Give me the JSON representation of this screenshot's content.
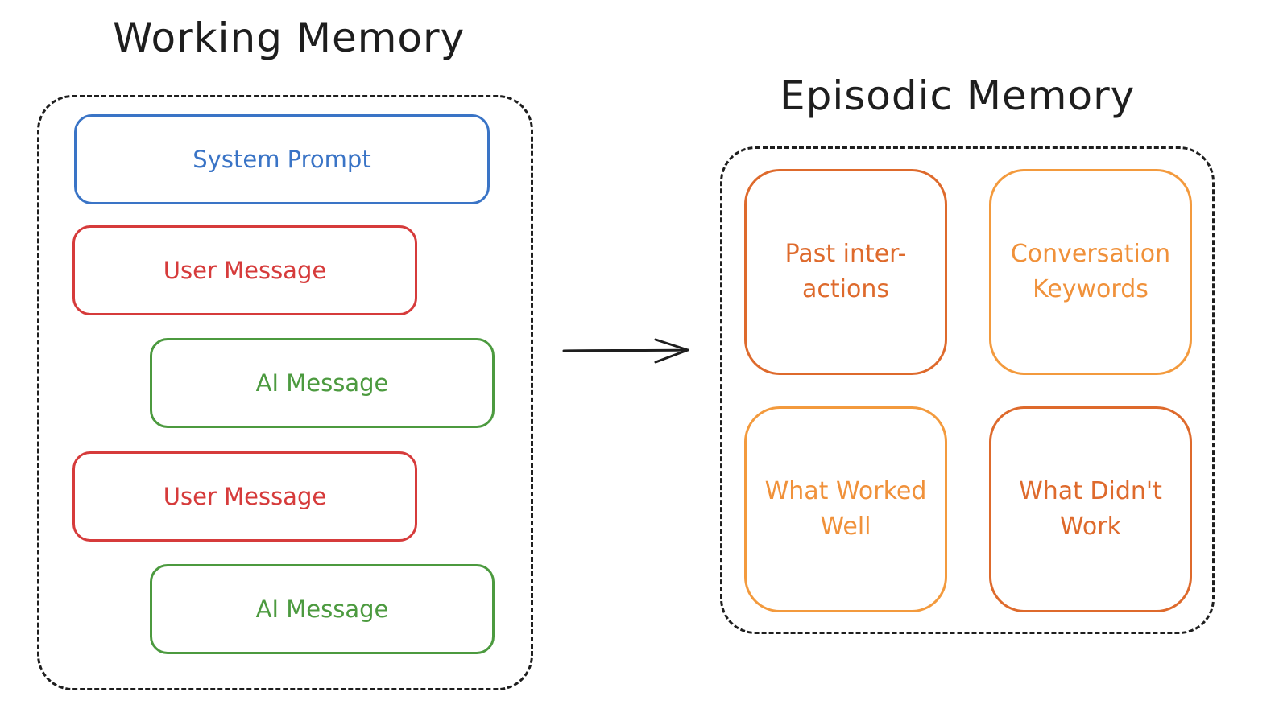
{
  "working_memory": {
    "title": "Working Memory",
    "items": [
      {
        "label": "System Prompt"
      },
      {
        "label": "User Message"
      },
      {
        "label": "AI Message"
      },
      {
        "label": "User Message"
      },
      {
        "label": "AI Message"
      }
    ]
  },
  "episodic_memory": {
    "title": "Episodic Memory",
    "items": [
      {
        "label": "Past inter- actions"
      },
      {
        "label": "Conversation Keywords"
      },
      {
        "label": "What Worked Well"
      },
      {
        "label": "What Didn't Work"
      }
    ]
  },
  "colors": {
    "system": "#3a74c6",
    "user": "#d63b3b",
    "ai": "#4c9a3f",
    "episodic_dark": "#de6a2c",
    "episodic_light": "#f39a3d",
    "stroke": "#1e1e1e"
  }
}
